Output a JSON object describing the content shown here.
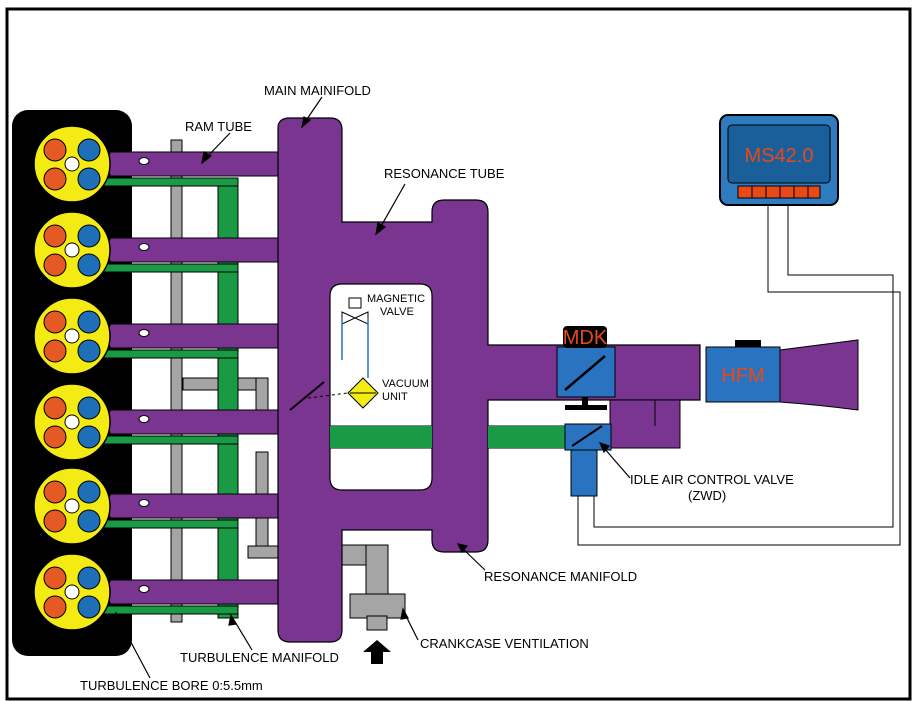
{
  "labels": {
    "main_manifold": "MAIN MAINIFOLD",
    "ram_tube": "RAM TUBE",
    "resonance_tube": "RESONANCE TUBE",
    "magnetic_valve_line1": "MAGNETIC",
    "magnetic_valve_line2": "VALVE",
    "vacuum_unit_line1": "VACUUM",
    "vacuum_unit_line2": "UNIT",
    "idle_valve_line1": "IDLE AIR CONTROL VALVE",
    "idle_valve_line2": "(ZWD)",
    "resonance_manifold": "RESONANCE MANIFOLD",
    "crankcase_ventilation": "CRANKCASE VENTILATION",
    "turbulence_manifold": "TURBULENCE MANIFOLD",
    "turbulence_bore": "TURBULENCE BORE 0:5.5mm"
  },
  "components": {
    "ecu": "MS42.0",
    "throttle": "MDK",
    "airflow_meter": "HFM"
  },
  "colors": {
    "manifold": "#7a3590",
    "turbulence": "#1a9a45",
    "valve_blue": "#2a73c0",
    "ecu_blue": "#2e7bbf",
    "ecu_text": "#e64a19",
    "cylinder_yellow": "#f4eb14",
    "port_red": "#e55a24",
    "port_blue": "#1f6fb8",
    "gray": "#a5a5a5"
  }
}
